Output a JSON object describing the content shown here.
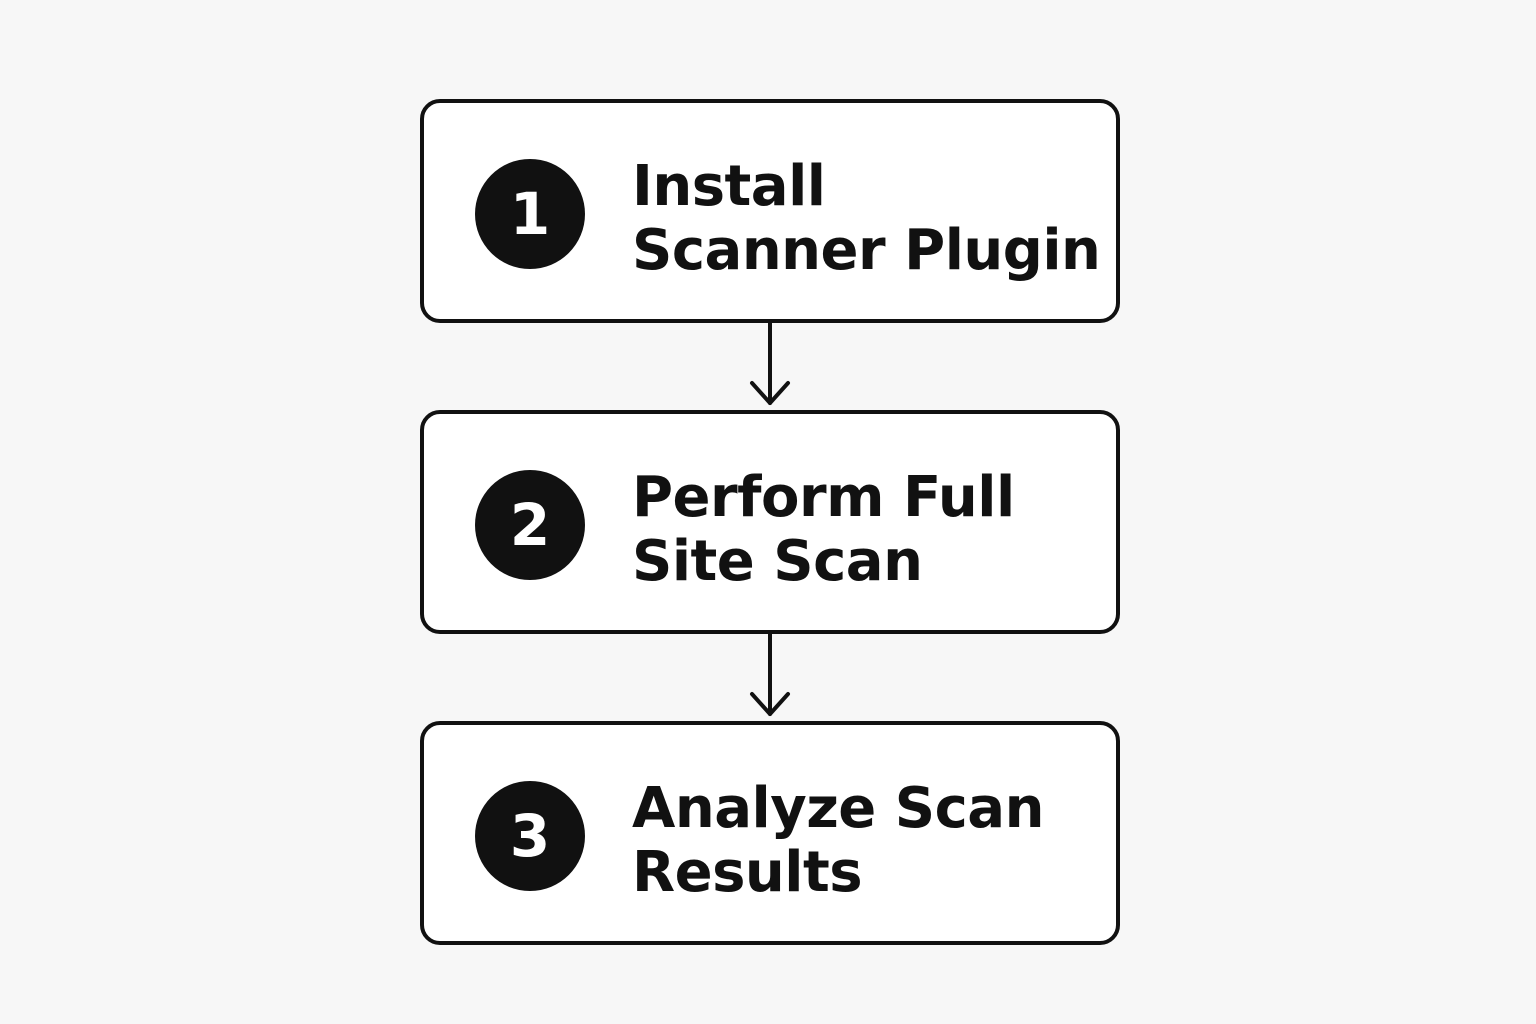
{
  "steps": [
    {
      "number": "1",
      "title_lines": [
        "Install",
        "Scanner Plugin"
      ]
    },
    {
      "number": "2",
      "title_lines": [
        "Perform Full",
        "Site Scan"
      ]
    },
    {
      "number": "3",
      "title_lines": [
        "Analyze Scan",
        "Results"
      ]
    }
  ],
  "colors": {
    "background": "#f7f7f7",
    "box_fill": "#ffffff",
    "ink": "#111111",
    "badge_text": "#ffffff"
  },
  "icons": {
    "connector": "down-arrow-icon"
  }
}
